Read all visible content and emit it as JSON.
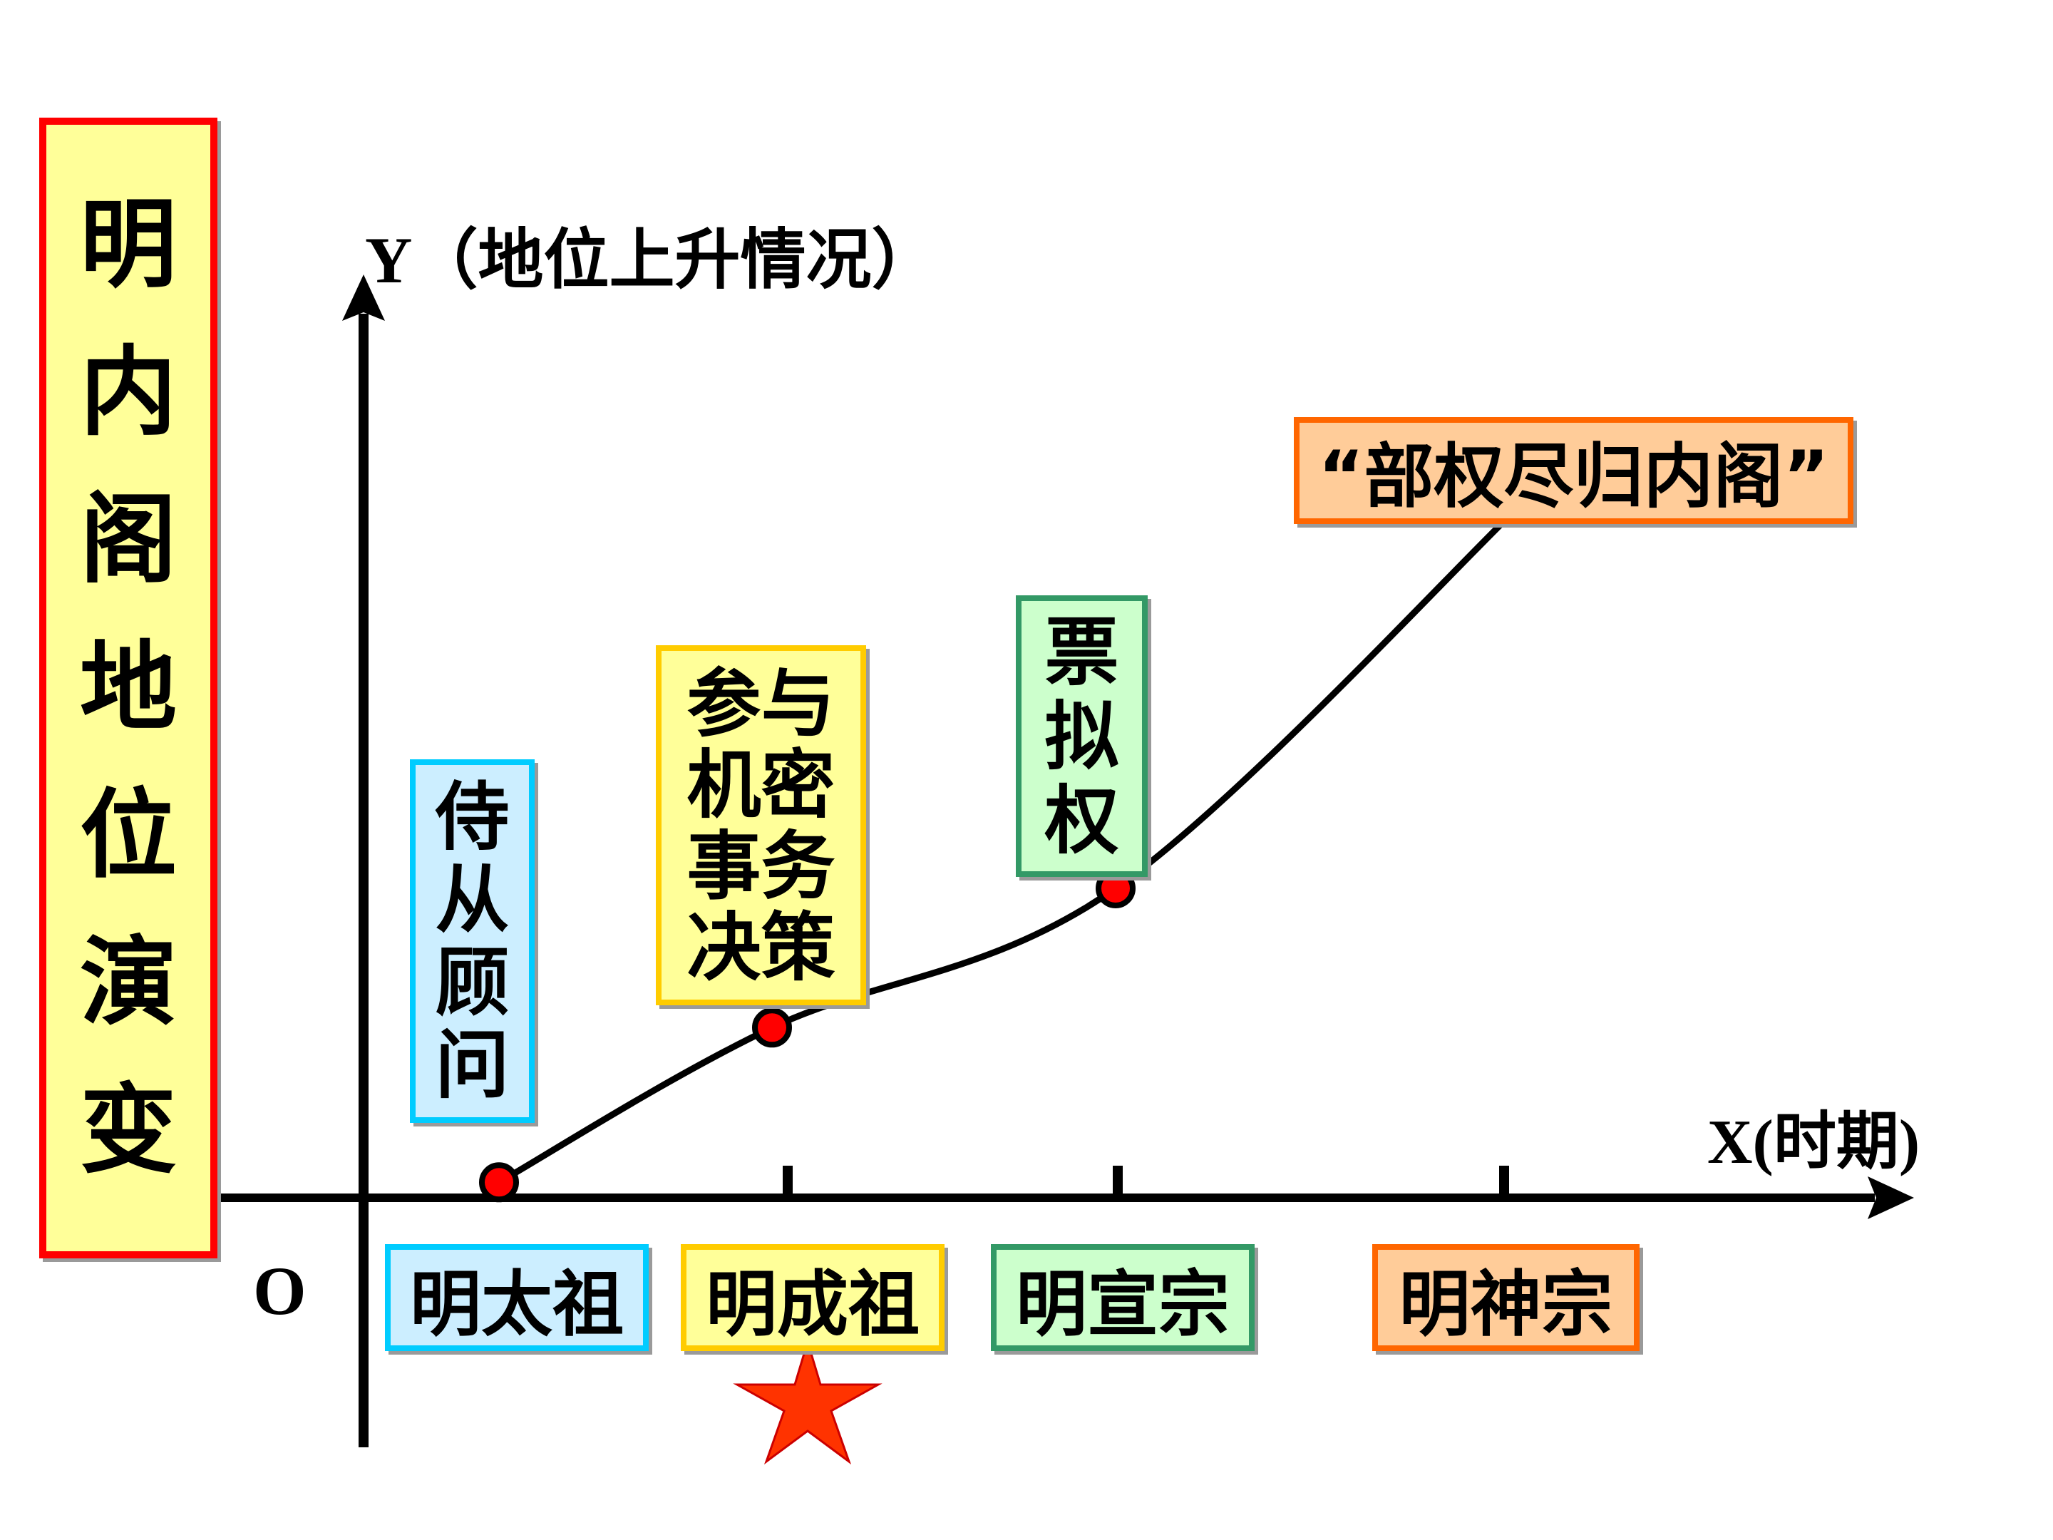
{
  "title_chars": [
    "明",
    "内",
    "阁",
    "地",
    "位",
    "演",
    "变"
  ],
  "axes": {
    "y_label": "Y（地位上升情况）",
    "x_label": "X(时期)",
    "origin": "O"
  },
  "periods": [
    {
      "name": "明太祖",
      "role_chars": [
        "侍",
        "从",
        "顾",
        "问"
      ]
    },
    {
      "name": "明成祖",
      "role_chars": [
        "参与",
        "机密",
        "事务",
        "决策"
      ]
    },
    {
      "name": "明宣宗",
      "role_chars": [
        "票",
        "拟",
        "权"
      ]
    },
    {
      "name": "明神宗",
      "role": "“部权尽归内阁”"
    }
  ],
  "chart_data": {
    "type": "line",
    "categories": [
      "明太祖",
      "明成祖",
      "明宣宗",
      "明神宗"
    ],
    "values": [
      0.1,
      1.1,
      2.0,
      4.5
    ],
    "ylabel": "Y（地位上升情况）",
    "xlabel": "X(时期)"
  },
  "colors": {
    "curve": "#000000",
    "point_fill": "#ff0000",
    "star": "#ff3300",
    "title_border": "#ff0000",
    "title_fill": "#ffff99"
  },
  "icons": {
    "highlight": "star-icon"
  }
}
